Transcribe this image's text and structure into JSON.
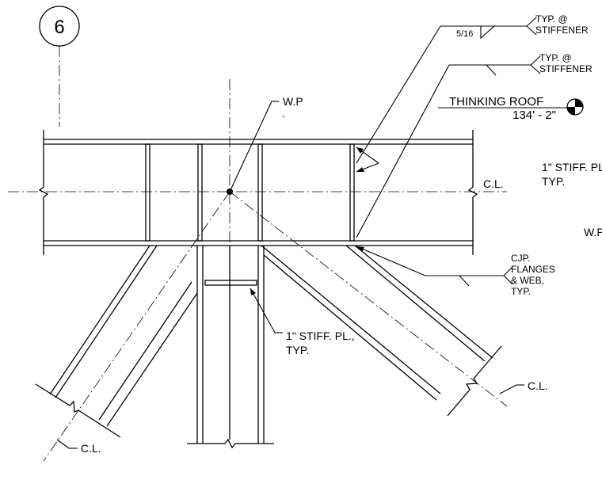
{
  "detail": {
    "number": "6"
  },
  "weld_symbols": {
    "fillet_size": "5/16",
    "note_1_line1": "TYP. @",
    "note_1_line2": "STIFFENER",
    "note_2_line1": "TYP. @",
    "note_2_line2": "STIFFENER"
  },
  "elevation": {
    "label": "THINKING ROOF",
    "value": "134' - 2\""
  },
  "work_point": {
    "label": "W.P",
    "dot": "."
  },
  "centerline_labels": {
    "beam_right": "C.L.",
    "brace_right": "C.L.",
    "brace_left": "C.L."
  },
  "notes": {
    "stiffener_right_line1": "1\" STIFF. PL",
    "stiffener_right_line2": "TYP.",
    "wp_right": "W.P",
    "cjp_line1": "CJP.",
    "cjp_line2": "FLANGES",
    "cjp_line3": "& WEB,",
    "cjp_line4": "TYP.",
    "stiffener_column_line1": "1\" STIFF. PL.,",
    "stiffener_column_line2": "TYP."
  }
}
